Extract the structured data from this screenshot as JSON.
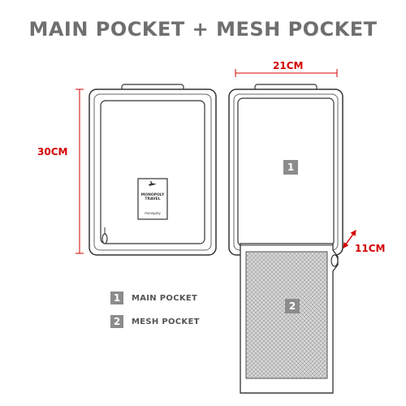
{
  "title": "MAIN POCKET + MESH POCKET",
  "dimensions": {
    "width": "21CM",
    "height": "30CM",
    "depth": "11CM"
  },
  "tag": {
    "line1": "MONOPOLY",
    "line2": "TRAVEL",
    "brand": "monopoly"
  },
  "legend": [
    {
      "number": "1",
      "label": "MAIN POCKET"
    },
    {
      "number": "2",
      "label": "MESH POCKET"
    }
  ],
  "colors": {
    "title": "#6f6f6f",
    "dimension": "#d40000",
    "badge": "#8c8c8c",
    "outline": "#333333"
  }
}
